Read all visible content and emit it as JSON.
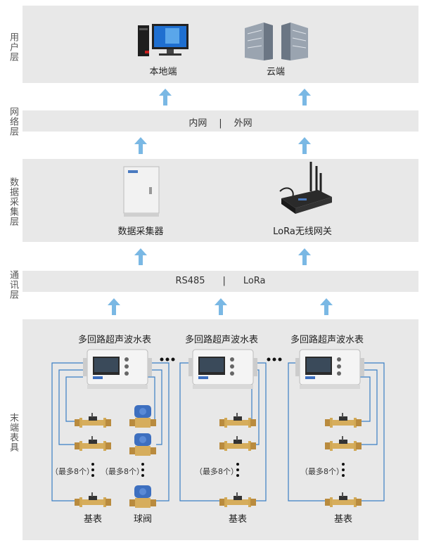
{
  "layers": {
    "user": "用户层",
    "network": "网络层",
    "data": "数据采集层",
    "comm": "通讯层",
    "terminal": "末端表具"
  },
  "user_layer": {
    "local": "本地端",
    "cloud": "云端"
  },
  "network_band": {
    "inner": "内网",
    "sep": "|",
    "outer": "外网"
  },
  "data_layer": {
    "collector": "数据采集器",
    "gateway": "LoRa无线网关"
  },
  "comm_band": {
    "rs485": "RS485",
    "sep": "|",
    "lora": "LoRa"
  },
  "terminal": {
    "meter_title": "多回路超声波水表",
    "max_label": "（最多8个）",
    "base_meter": "基表",
    "ball_valve": "球阀"
  },
  "colors": {
    "panel": "#e8e8e8",
    "arrow": "#7ab8e4",
    "wire": "#3a7fc4",
    "brass": "#c8a050"
  }
}
